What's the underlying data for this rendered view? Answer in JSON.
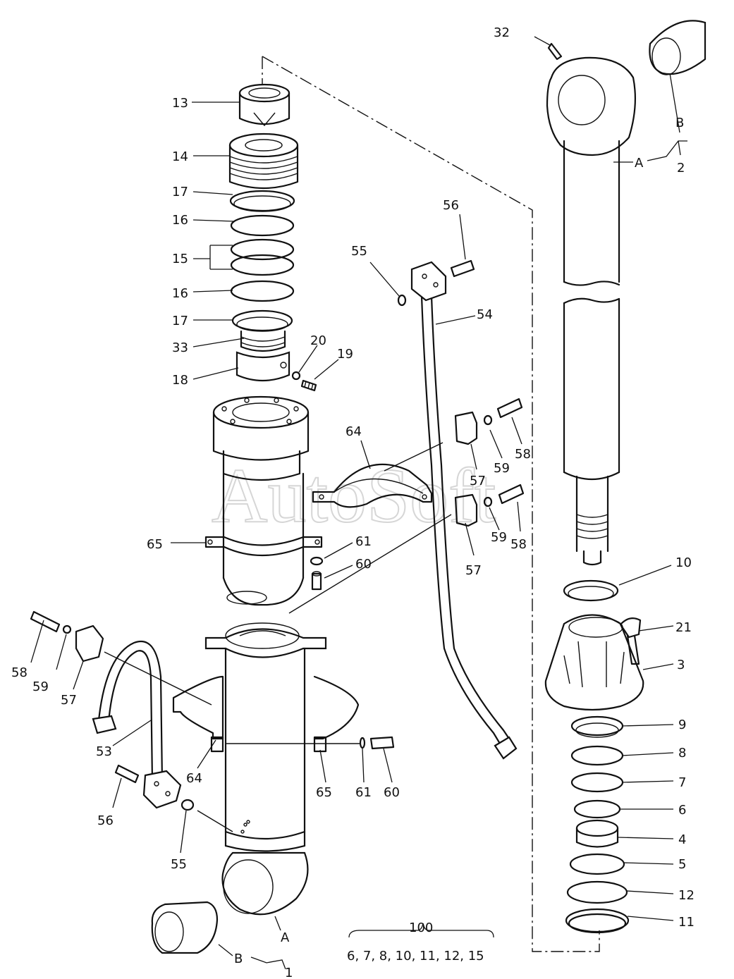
{
  "watermark": "AutoSoft",
  "labels": [
    {
      "id": "l32",
      "text": "32"
    },
    {
      "id": "l13",
      "text": "13"
    },
    {
      "id": "l14",
      "text": "14"
    },
    {
      "id": "l17a",
      "text": "17"
    },
    {
      "id": "l16a",
      "text": "16"
    },
    {
      "id": "l15",
      "text": "15"
    },
    {
      "id": "l16b",
      "text": "16"
    },
    {
      "id": "l17b",
      "text": "17"
    },
    {
      "id": "l33",
      "text": "33"
    },
    {
      "id": "l18",
      "text": "18"
    },
    {
      "id": "l20",
      "text": "20"
    },
    {
      "id": "l19",
      "text": "19"
    },
    {
      "id": "l55a",
      "text": "55"
    },
    {
      "id": "l56a",
      "text": "56"
    },
    {
      "id": "l54",
      "text": "54"
    },
    {
      "id": "lB2",
      "text": "B"
    },
    {
      "id": "lA2",
      "text": "A"
    },
    {
      "id": "l2",
      "text": "2"
    },
    {
      "id": "l64a",
      "text": "64"
    },
    {
      "id": "l59a",
      "text": "59"
    },
    {
      "id": "l58a",
      "text": "58"
    },
    {
      "id": "l57a",
      "text": "57"
    },
    {
      "id": "l59b",
      "text": "59"
    },
    {
      "id": "l58b",
      "text": "58"
    },
    {
      "id": "l57b",
      "text": "57"
    },
    {
      "id": "l65a",
      "text": "65"
    },
    {
      "id": "l61a",
      "text": "61"
    },
    {
      "id": "l60a",
      "text": "60"
    },
    {
      "id": "l10",
      "text": "10"
    },
    {
      "id": "l21",
      "text": "21"
    },
    {
      "id": "l3",
      "text": "3"
    },
    {
      "id": "l58c",
      "text": "58"
    },
    {
      "id": "l59c",
      "text": "59"
    },
    {
      "id": "l57c",
      "text": "57"
    },
    {
      "id": "l53",
      "text": "53"
    },
    {
      "id": "l64b",
      "text": "64"
    },
    {
      "id": "l65b",
      "text": "65"
    },
    {
      "id": "l61b",
      "text": "61"
    },
    {
      "id": "l60b",
      "text": "60"
    },
    {
      "id": "l56b",
      "text": "56"
    },
    {
      "id": "l55b",
      "text": "55"
    },
    {
      "id": "l9",
      "text": "9"
    },
    {
      "id": "l8",
      "text": "8"
    },
    {
      "id": "l7",
      "text": "7"
    },
    {
      "id": "l6",
      "text": "6"
    },
    {
      "id": "l4",
      "text": "4"
    },
    {
      "id": "l5",
      "text": "5"
    },
    {
      "id": "l12",
      "text": "12"
    },
    {
      "id": "l11",
      "text": "11"
    },
    {
      "id": "lA1",
      "text": "A"
    },
    {
      "id": "lB1",
      "text": "B"
    },
    {
      "id": "l1",
      "text": "1"
    },
    {
      "id": "l100",
      "text": "100"
    },
    {
      "id": "lkit",
      "text": "6, 7, 8, 10, 11, 12, 15"
    }
  ]
}
